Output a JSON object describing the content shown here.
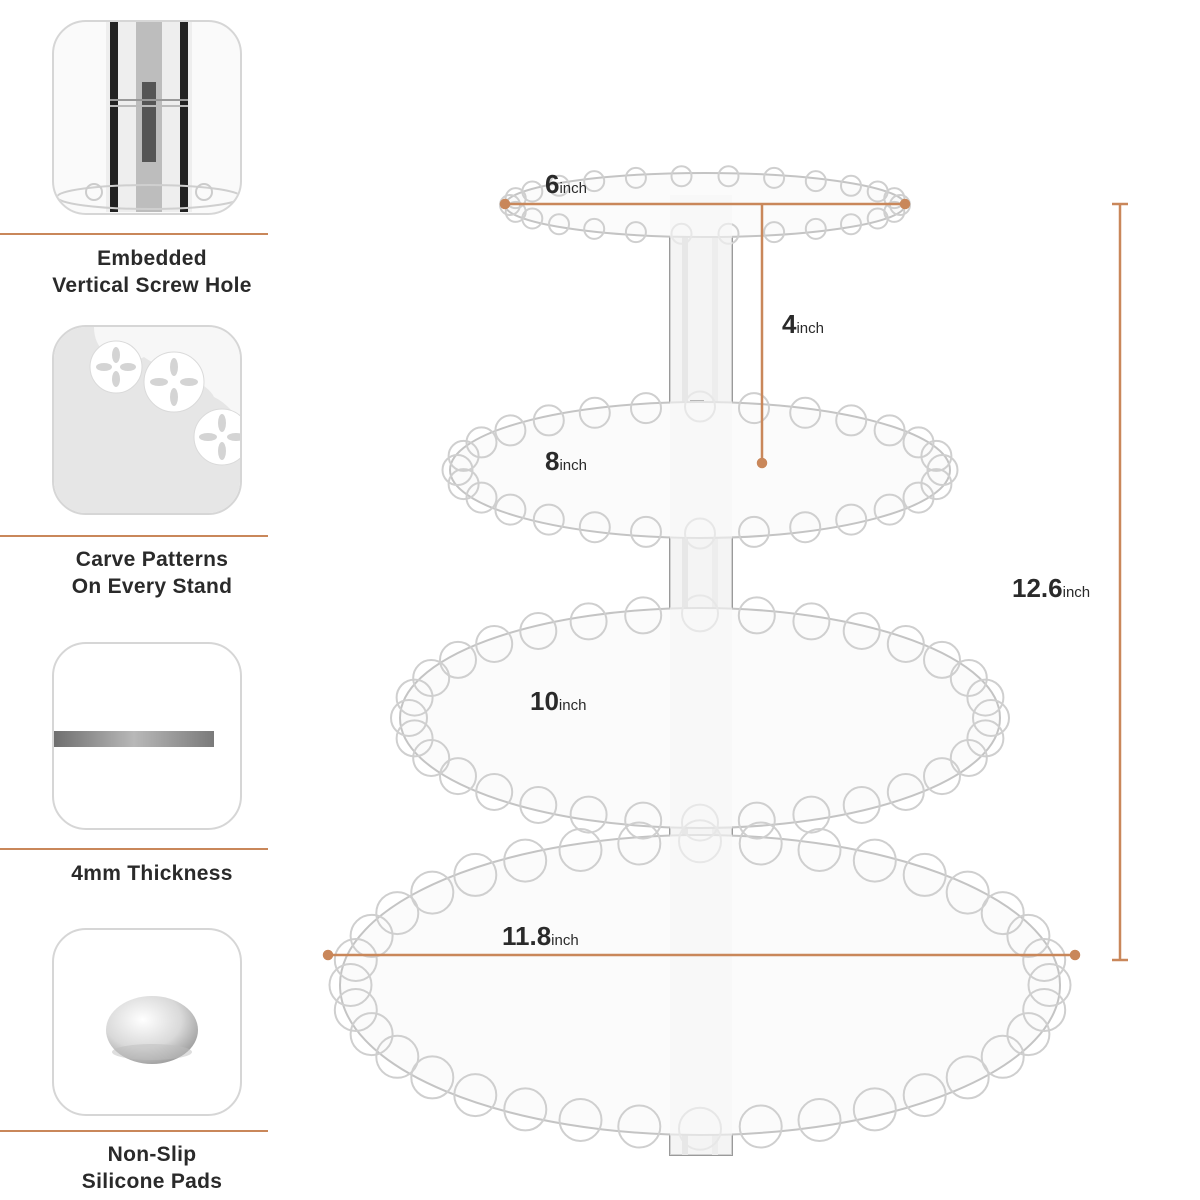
{
  "features": [
    {
      "lines": [
        "Embedded",
        "Vertical Screw Hole"
      ],
      "icon": "screw-hole-icon"
    },
    {
      "lines": [
        "Carve Patterns",
        "On Every Stand"
      ],
      "icon": "carved-pattern-icon"
    },
    {
      "lines": [
        "4mm Thickness"
      ],
      "icon": "thickness-bar-icon"
    },
    {
      "lines": [
        "Non-Slip",
        "Silicone Pads"
      ],
      "icon": "silicone-pad-icon"
    }
  ],
  "dimensions": {
    "top": {
      "value": "6",
      "unit": "inch"
    },
    "gap": {
      "value": "4",
      "unit": "inch"
    },
    "tier2": {
      "value": "8",
      "unit": "inch"
    },
    "tier3": {
      "value": "10",
      "unit": "inch"
    },
    "bottom": {
      "value": "11.8",
      "unit": "inch"
    },
    "height": {
      "value": "12.6",
      "unit": "inch"
    }
  },
  "colors": {
    "accent": "#c9875a",
    "text": "#2a2a2a"
  }
}
